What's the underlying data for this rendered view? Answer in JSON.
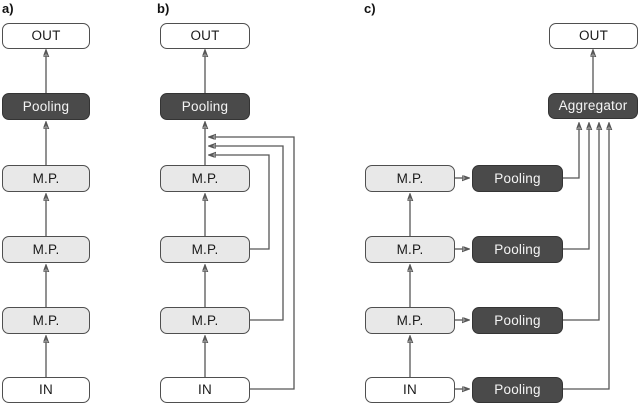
{
  "panels": {
    "a": {
      "label": "a)",
      "nodes": {
        "out": {
          "label": "OUT"
        },
        "pooling": {
          "label": "Pooling"
        },
        "mp1": {
          "label": "M.P."
        },
        "mp2": {
          "label": "M.P."
        },
        "mp3": {
          "label": "M.P."
        },
        "in": {
          "label": "IN"
        }
      }
    },
    "b": {
      "label": "b)",
      "nodes": {
        "out": {
          "label": "OUT"
        },
        "pooling": {
          "label": "Pooling"
        },
        "mp1": {
          "label": "M.P."
        },
        "mp2": {
          "label": "M.P."
        },
        "mp3": {
          "label": "M.P."
        },
        "in": {
          "label": "IN"
        }
      }
    },
    "c": {
      "label": "c)",
      "nodes": {
        "out": {
          "label": "OUT"
        },
        "aggregator": {
          "label": "Aggregator"
        },
        "mp1": {
          "label": "M.P."
        },
        "mp2": {
          "label": "M.P."
        },
        "mp3": {
          "label": "M.P."
        },
        "in": {
          "label": "IN"
        },
        "pooling1": {
          "label": "Pooling"
        },
        "pooling2": {
          "label": "Pooling"
        },
        "pooling3": {
          "label": "Pooling"
        },
        "pooling4": {
          "label": "Pooling"
        }
      }
    }
  },
  "colors": {
    "box-dark-fill": "#4a4a4a",
    "box-dark-border": "#343434",
    "box-dark-text": "#f5f5f5",
    "box-light-fill": "#e8e8e8",
    "box-white-fill": "#ffffff",
    "box-border": "#4f4f4f",
    "text": "#1a1a1a",
    "line": "#565656"
  }
}
